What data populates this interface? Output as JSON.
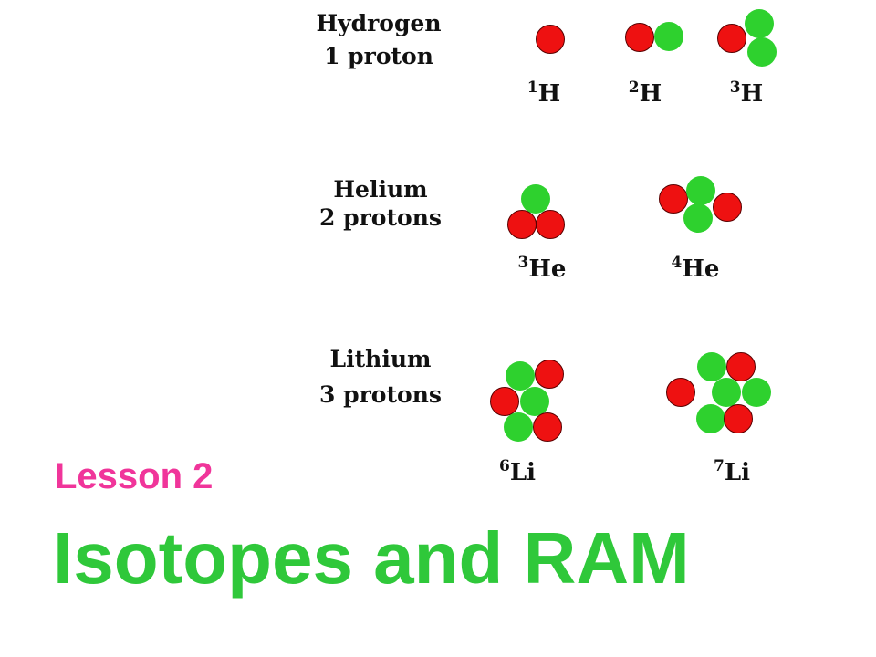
{
  "elements": [
    {
      "name": "Hydrogen",
      "protons": "1 proton",
      "isotopes": [
        {
          "mass": "1",
          "symbol": "H"
        },
        {
          "mass": "2",
          "symbol": "H"
        },
        {
          "mass": "3",
          "symbol": "H"
        }
      ]
    },
    {
      "name": "Helium",
      "protons": "2 protons",
      "isotopes": [
        {
          "mass": "3",
          "symbol": "He"
        },
        {
          "mass": "4",
          "symbol": "He"
        }
      ]
    },
    {
      "name": "Lithium",
      "protons": "3 protons",
      "isotopes": [
        {
          "mass": "6",
          "symbol": "Li"
        },
        {
          "mass": "7",
          "symbol": "Li"
        }
      ]
    }
  ],
  "lesson": "Lesson 2",
  "title": "Isotopes and RAM",
  "colors": {
    "proton": "#ee1111",
    "neutron": "#2ed12e",
    "lesson": "#f0359a",
    "title": "#2fc83a"
  }
}
